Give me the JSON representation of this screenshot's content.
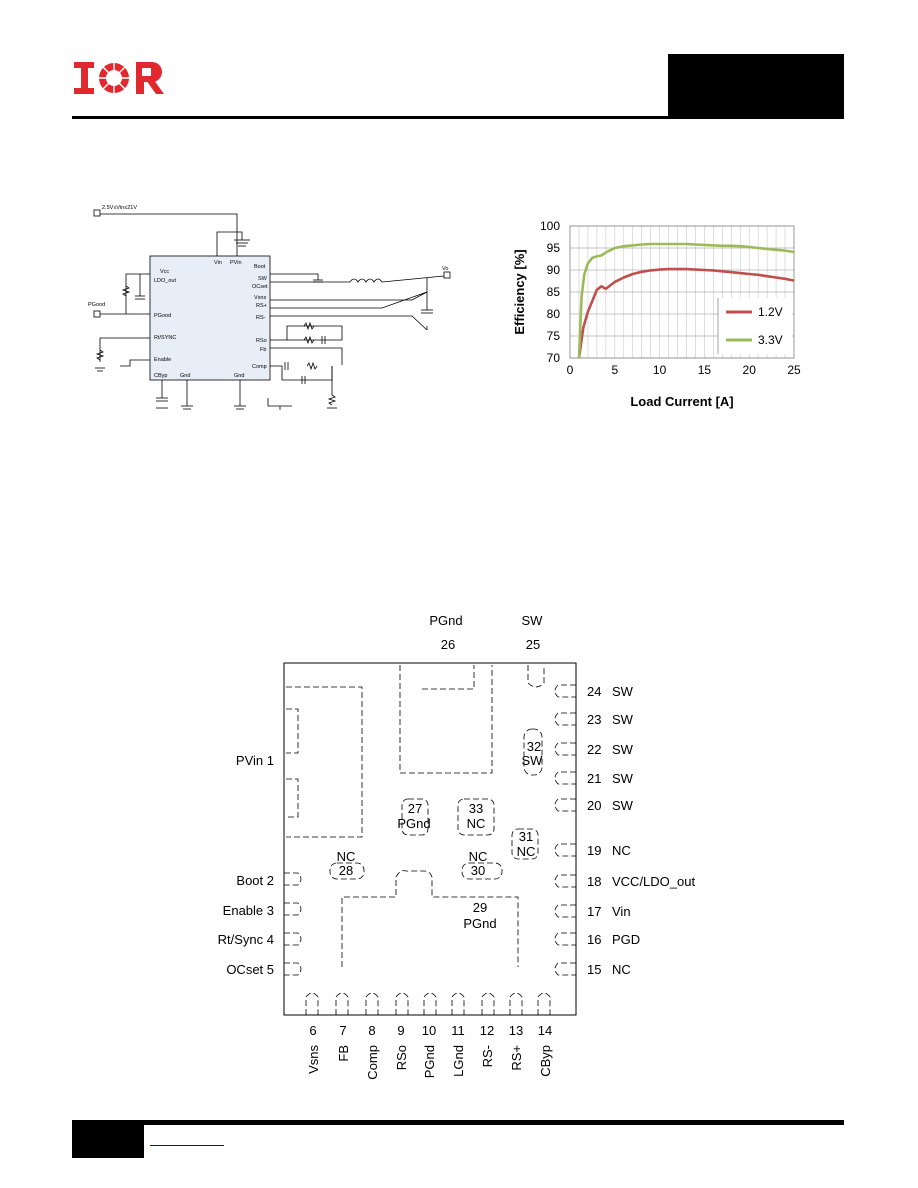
{
  "header": {
    "logo_text": "IOR",
    "logo_color": "#e0282e"
  },
  "schematic": {
    "supply_label": "2.5V≤Vin≤21V",
    "output_label": "Vo",
    "pgood_label": "PGood",
    "left_pins": [
      "Vcc",
      "LDO_out",
      "PGood",
      "Rt/SYNC",
      "Enable",
      "CByp",
      "Gnd"
    ],
    "top_pins": [
      "Vin",
      "PVin"
    ],
    "right_pins": [
      "Boot",
      "SW",
      "OCset",
      "Vsns",
      "RS+",
      "RS-",
      "RSo",
      "Fb",
      "Comp",
      "Gnd"
    ]
  },
  "chart_data": {
    "type": "line",
    "title": "",
    "xlabel": "Load Current [A]",
    "ylabel": "Efficiency [%]",
    "xlim": [
      0,
      25
    ],
    "ylim": [
      70,
      100
    ],
    "xticks": [
      0,
      5,
      10,
      15,
      20,
      25
    ],
    "yticks": [
      70,
      75,
      80,
      85,
      90,
      95,
      100
    ],
    "grid": true,
    "legend_position": "bottom-right",
    "series": [
      {
        "name": "1.2V",
        "color": "#c0504d",
        "x": [
          1,
          1.5,
          2,
          2.5,
          3,
          3.5,
          4,
          4.5,
          5,
          6,
          7,
          8,
          9,
          10,
          11,
          12,
          13,
          14,
          15,
          16,
          17,
          18,
          19,
          20,
          21,
          22,
          23,
          24,
          25
        ],
        "y": [
          70,
          77,
          80.5,
          83,
          85.5,
          86.3,
          85.7,
          86.5,
          87.3,
          88.3,
          89.1,
          89.6,
          89.9,
          90.1,
          90.2,
          90.2,
          90.2,
          90.1,
          90.0,
          89.9,
          89.7,
          89.5,
          89.3,
          89.1,
          88.9,
          88.6,
          88.3,
          88.0,
          87.6
        ]
      },
      {
        "name": "3.3V",
        "color": "#9bbb59",
        "x": [
          1,
          1.3,
          1.6,
          2,
          2.5,
          3,
          3.5,
          4,
          5,
          6,
          7,
          8,
          9,
          10,
          11,
          12,
          13,
          14,
          15,
          16,
          17,
          18,
          19,
          20,
          21,
          22,
          23,
          24,
          25
        ],
        "y": [
          70,
          84,
          89,
          91.5,
          92.8,
          93.1,
          93.3,
          94.0,
          95.0,
          95.4,
          95.6,
          95.8,
          95.9,
          95.9,
          95.9,
          95.9,
          95.9,
          95.8,
          95.7,
          95.6,
          95.5,
          95.5,
          95.4,
          95.2,
          95.0,
          94.8,
          94.6,
          94.4,
          94.1
        ]
      }
    ]
  },
  "pinout": {
    "left_pins": [
      "PVin 1",
      "Boot 2",
      "Enable 3",
      "Rt/Sync 4",
      "OCset 5"
    ],
    "right_pins": [
      {
        "num": "24",
        "name": "SW"
      },
      {
        "num": "23",
        "name": "SW"
      },
      {
        "num": "22",
        "name": "SW"
      },
      {
        "num": "21",
        "name": "SW"
      },
      {
        "num": "20",
        "name": "SW"
      },
      {
        "num": "19",
        "name": "NC"
      },
      {
        "num": "18",
        "name": "VCC/LDO_out"
      },
      {
        "num": "17",
        "name": "Vin"
      },
      {
        "num": "16",
        "name": "PGD"
      },
      {
        "num": "15",
        "name": "NC"
      }
    ],
    "top_pins": [
      {
        "num": "26",
        "name": "PGnd"
      },
      {
        "num": "25",
        "name": "SW"
      }
    ],
    "bottom_pins": [
      {
        "num": "6",
        "name": "Vsns"
      },
      {
        "num": "7",
        "name": "FB"
      },
      {
        "num": "8",
        "name": "Comp"
      },
      {
        "num": "9",
        "name": "RSo"
      },
      {
        "num": "10",
        "name": "PGnd"
      },
      {
        "num": "11",
        "name": "LGnd"
      },
      {
        "num": "12",
        "name": "RS-"
      },
      {
        "num": "13",
        "name": "RS+"
      },
      {
        "num": "14",
        "name": "CByp"
      }
    ],
    "internal_pads": [
      {
        "num": "27",
        "name": "PGnd"
      },
      {
        "num": "33",
        "name": "NC"
      },
      {
        "num": "32",
        "name": "SW"
      },
      {
        "num": "31",
        "name": "NC"
      },
      {
        "num": "28",
        "name": "NC"
      },
      {
        "num": "30",
        "name": "NC"
      },
      {
        "num": "29",
        "name": "PGnd"
      }
    ]
  }
}
